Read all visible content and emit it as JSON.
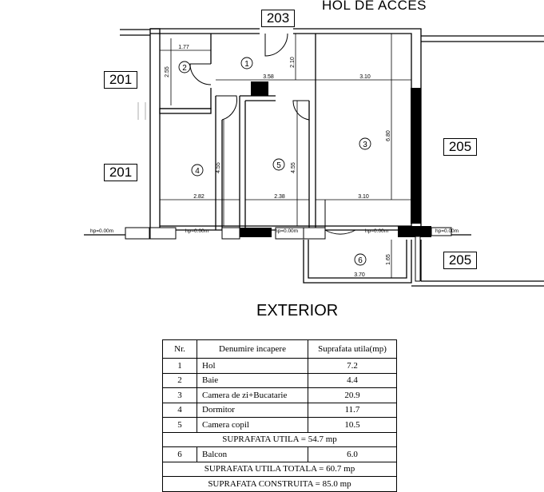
{
  "header": {
    "title": "HOL DE ACCES",
    "footer_label": "EXTERIOR"
  },
  "unit_labels": {
    "top_unit": "203",
    "left_upper": "201",
    "left_lower": "201",
    "right_upper": "205",
    "right_lower": "205"
  },
  "rooms": [
    {
      "number": "1"
    },
    {
      "number": "2"
    },
    {
      "number": "3"
    },
    {
      "number": "4"
    },
    {
      "number": "5"
    },
    {
      "number": "6"
    }
  ],
  "dimensions": {
    "baie_width": "1.77",
    "baie_height": "2.55",
    "hol_width": "3.58",
    "hol_height": "2.10",
    "living_width_top": "3.10",
    "living_height": "6.80",
    "bed_height": "4.55",
    "child_height": "4.55",
    "bed_width": "2.82",
    "child_width": "2.38",
    "living_width_bottom": "3.10",
    "balcon_height": "1.65",
    "balcon_width": "3.70"
  },
  "levels": {
    "hp1": "hp=0.00m",
    "hp2": "hp=0.00m",
    "hp3": "hp=0.00m",
    "hp4": "hp=0.00m",
    "hp5": "hp=0.00m"
  },
  "table": {
    "headers": [
      "Nr.",
      "Denumire incapere",
      "Suprafata utila(mp)"
    ],
    "rows": [
      {
        "nr": "1",
        "name": "Hol",
        "area": "7.2"
      },
      {
        "nr": "2",
        "name": "Baie",
        "area": "4.4"
      },
      {
        "nr": "3",
        "name": "Camera de zi+Bucatarie",
        "area": "20.9"
      },
      {
        "nr": "4",
        "name": "Dormitor",
        "area": "11.7"
      },
      {
        "nr": "5",
        "name": "Camera copil",
        "area": "10.5"
      }
    ],
    "subtotal": "SUPRAFATA  UTILA  = 54.7 mp",
    "balcon_row": {
      "nr": "6",
      "name": "Balcon",
      "area": "6.0"
    },
    "total_util": "SUPRAFATA  UTILA  TOTALA = 60.7 mp",
    "total_constr": "SUPRAFATA  CONSTRUITA = 85.0 mp"
  }
}
